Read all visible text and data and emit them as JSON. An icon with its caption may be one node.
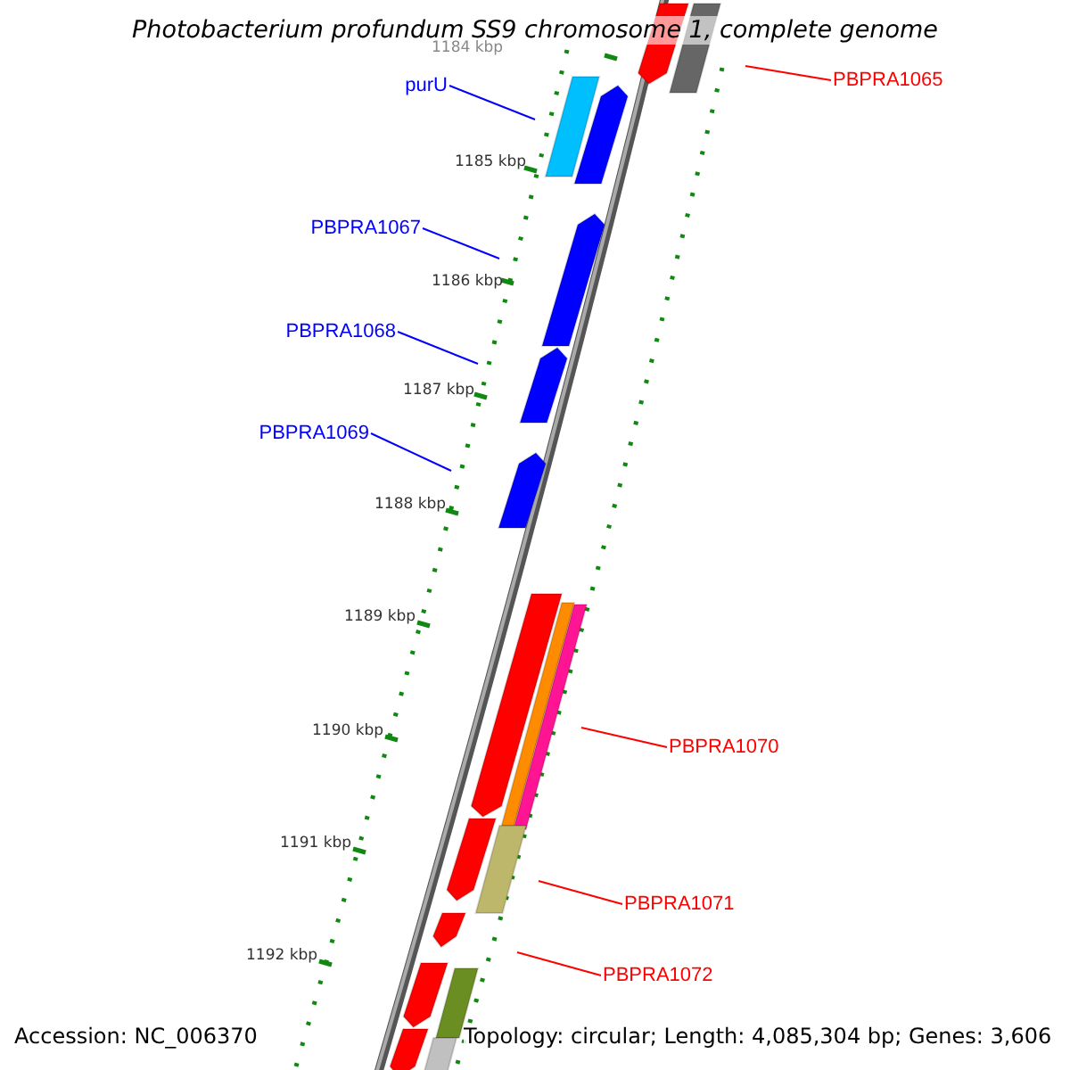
{
  "diagram": {
    "title": "Photobacterium profundum SS9 chromosome 1, complete genome",
    "nodes": [
      {
        "text": [
          "PBPRA1065"
        ]
      },
      {
        "text": [
          "purU"
        ]
      },
      {
        "text": [
          "PBPRA1067"
        ]
      },
      {
        "text": [
          "PBPRA1068"
        ]
      },
      {
        "text": [
          "PBPRA1069"
        ]
      },
      {
        "text": [
          "PBPRA1070"
        ]
      },
      {
        "text": [
          "PBPRA1071"
        ]
      },
      {
        "text": [
          "PBPRA1072"
        ]
      }
    ],
    "edges": [
      {
        "from": 0,
        "to": null,
        "arrow": "none",
        "color": "#ff0000"
      },
      {
        "from": 1,
        "to": null,
        "arrow": "none",
        "color": "#0000ff"
      },
      {
        "from": 2,
        "to": null,
        "arrow": "none",
        "color": "#0000ff"
      },
      {
        "from": 3,
        "to": null,
        "arrow": "none",
        "color": "#0000ff"
      },
      {
        "from": 4,
        "to": null,
        "arrow": "none",
        "color": "#0000ff"
      },
      {
        "from": 5,
        "to": null,
        "arrow": "none",
        "color": "#ff0000"
      },
      {
        "from": 6,
        "to": null,
        "arrow": "none",
        "color": "#ff0000"
      },
      {
        "from": 7,
        "to": null,
        "arrow": "none",
        "color": "#ff0000"
      }
    ],
    "labels": [
      "1184 kbp",
      "1185 kbp",
      "1186 kbp",
      "1187 kbp",
      "1188 kbp",
      "1189 kbp",
      "1190 kbp",
      "1191 kbp",
      "1192 kbp",
      "Accession: NC_006370",
      "Topology: circular; Length: 4,085,304 bp; Genes: 3,606"
    ]
  }
}
